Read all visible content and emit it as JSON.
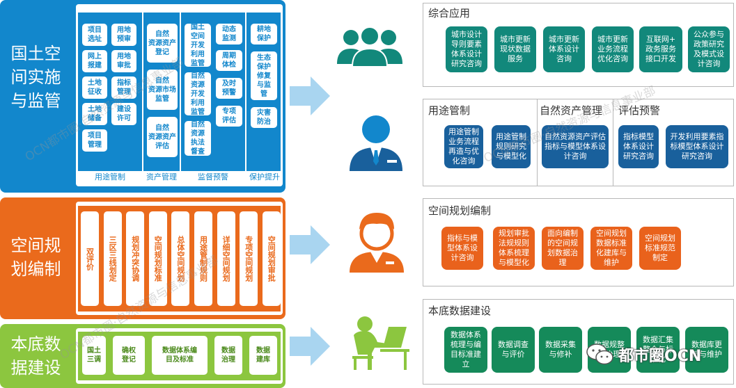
{
  "left": {
    "national": {
      "label": "国土空\n间实施\n与监管",
      "groups": [
        {
          "title": "用途管制",
          "items": [
            "项目\n选址",
            "用地\n预审",
            "网上\n报建",
            "用地\n审批",
            "土地\n征收",
            "指标\n管理",
            "土地\n储备",
            "建设\n许可",
            "项目\n管理"
          ]
        },
        {
          "title": "资产管理",
          "items": [
            "自然\n资源资产\n登记",
            "自然\n资源市场\n监管",
            "自然\n资源资产\n评估"
          ]
        },
        {
          "title": "监督预警",
          "items": [
            "国土\n空间\n开发\n利用\n监管",
            "自然\n资源\n开发\n利用\n监管",
            "自然\n资源\n执法\n督查",
            "动态\n监测",
            "周期\n体检",
            "及时\n预警",
            "专项\n评估"
          ]
        },
        {
          "title": "保护提升",
          "items": [
            "耕地\n保护",
            "生态\n保护\n修复\n与监\n管",
            "灾害\n防治"
          ]
        }
      ]
    },
    "planning": {
      "label": "空间规\n划编制",
      "items": [
        "双评价",
        "三区三线划定",
        "规划冲突协调",
        "空间规划标准",
        "总体空间规划",
        "用途管制规则",
        "详细空间规划",
        "专项空间规划",
        "空间规划审批"
      ]
    },
    "base": {
      "label": "本底数\n据建设",
      "items": [
        "国土\n三调",
        "确权\n登记",
        "数据体系编\n目及标准",
        "数据\n治理",
        "数据\n建库"
      ]
    }
  },
  "right": {
    "comprehensive": {
      "title": "综合应用",
      "items": [
        "城市设计\n导则要素\n体系设计\n研究咨询",
        "城市更新\n现状数据\n服务",
        "城市更新\n体系设计\n咨询",
        "城市更新\n业务流程\n优化咨询",
        "互联网+\n政务服务\n接口开发",
        "公众参与\n政策研究\n及模式设\n计咨询"
      ]
    },
    "usage": {
      "title": "用途管制",
      "items": [
        "用途管制\n业务流程\n再造与优\n化咨询",
        "用途管制\n规则研究\n与模型化"
      ]
    },
    "asset": {
      "title": "自然资产管理",
      "items": [
        "自然资源资产评估\n指标与模型体系设\n计咨询"
      ]
    },
    "warning": {
      "title": "评估预警",
      "items": [
        "指标模型\n体系设计\n研究咨询",
        "开发利用要素指\n标模型体系设计\n研究咨询"
      ]
    },
    "spatial": {
      "title": "空间规划编制",
      "items": [
        "指标与模\n型体系设\n计咨询",
        "规划审批\n法规规则\n体系梳理\n与模型化",
        "面向编制\n的空间规\n划数据治\n理",
        "空间规划\n数据标准\n化建库与\n维护",
        "空间规划\n标准规范\n制定"
      ]
    },
    "base": {
      "title": "本底数据建设",
      "items": [
        "数据体系\n梳理与编\n目标准建\n立",
        "数据调查\n与评价",
        "数据采集\n与修补",
        "数据规整\n与治理",
        "数据汇集\n整合与标\n准化",
        "数据库更\n新与维护"
      ]
    }
  },
  "brand": {
    "logo_text": "都市圈OCN"
  },
  "watermarks": [
    "OCN都市圈·自然资源与信息事业部",
    "OCN都市圈·自然资源与信息事业部",
    "OCN都市圈·自然资源与信息事业部"
  ],
  "colors": {
    "blue": "#1287cc",
    "orange": "#ea6a1c",
    "green": "#8cc63f",
    "teal": "#12887b",
    "navy": "#19609c",
    "orange_box": "#e9621c",
    "green_box": "#158a5a"
  }
}
